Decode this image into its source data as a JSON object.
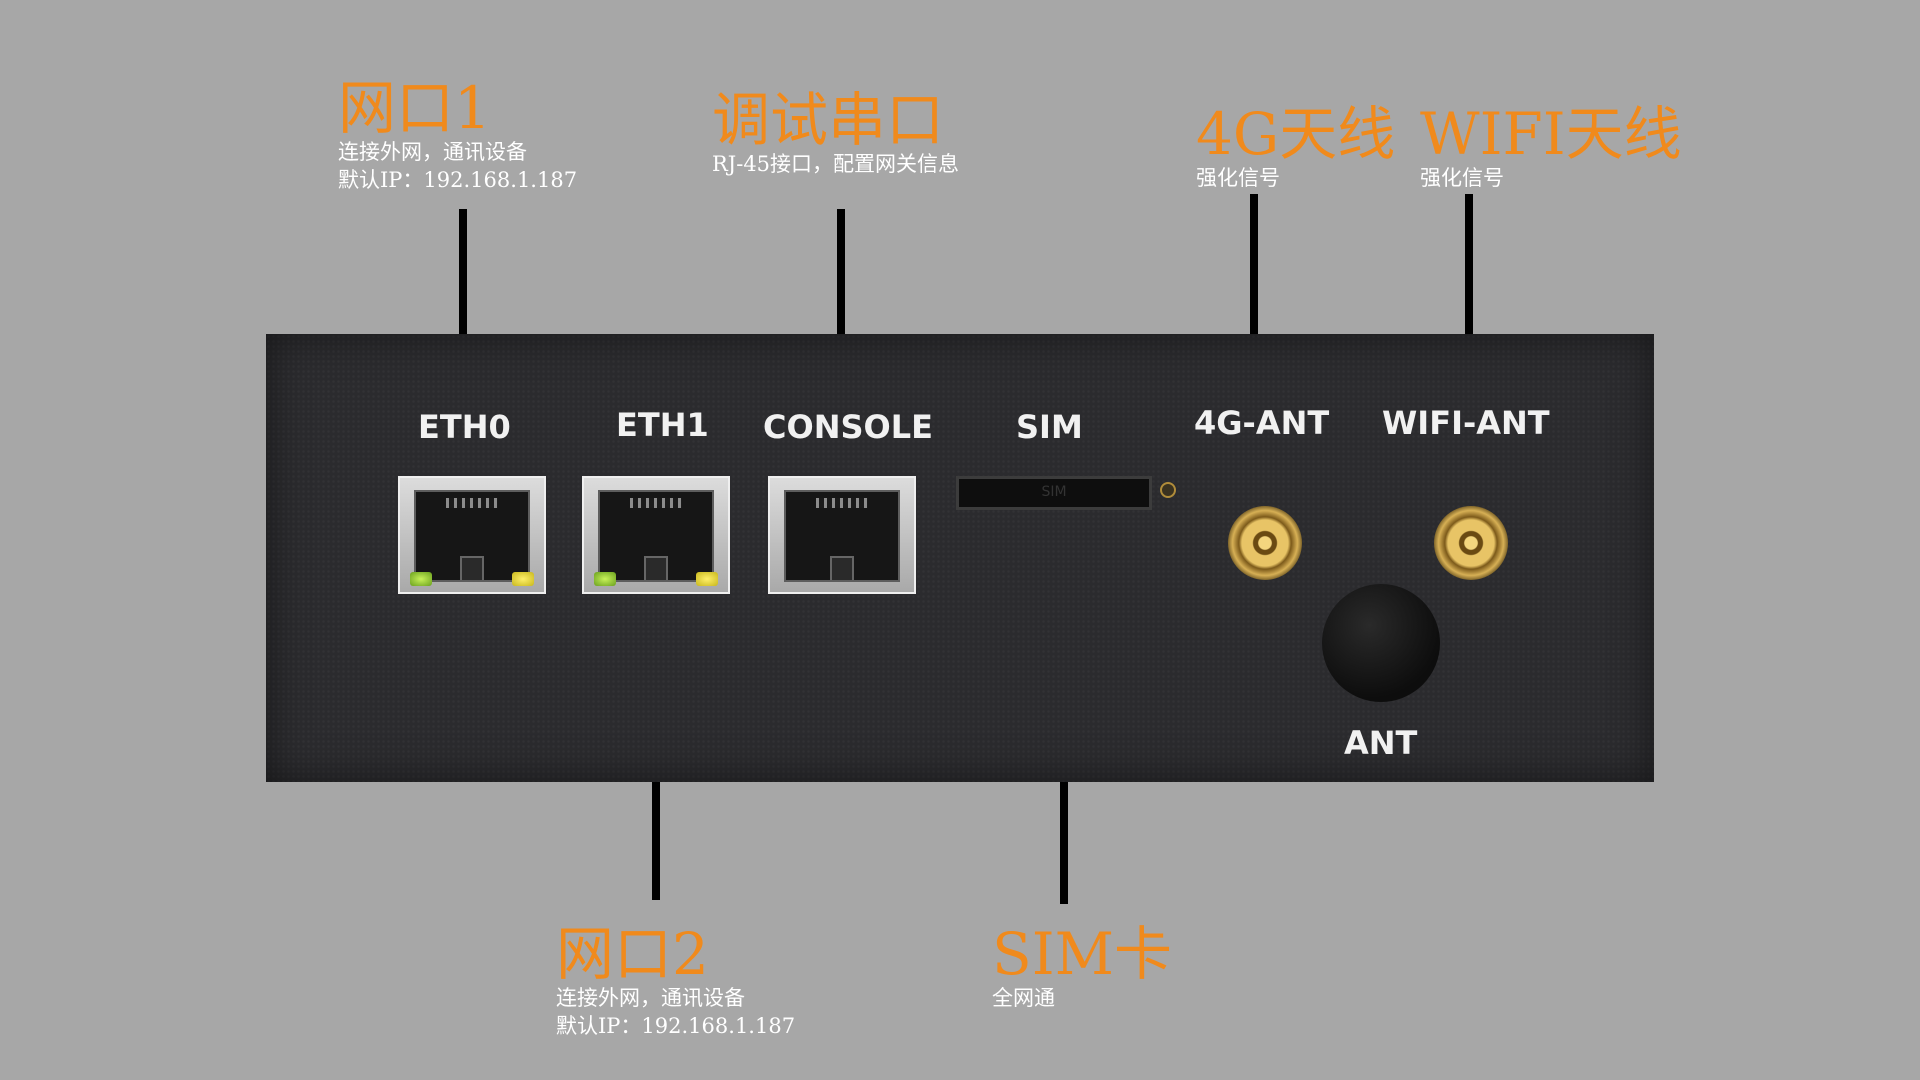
{
  "callouts": {
    "eth0": {
      "title": "网口1",
      "desc1": "连接外网，通讯设备",
      "desc2": "默认IP：192.168.1.187"
    },
    "console": {
      "title": "调试串口",
      "desc1": "RJ-45接口，配置网关信息"
    },
    "ant4g": {
      "title": "4G天线",
      "desc1": "强化信号"
    },
    "wifi": {
      "title": "WIFI天线",
      "desc1": "强化信号"
    },
    "eth1": {
      "title": "网口2",
      "desc1": "连接外网，通讯设备",
      "desc2": "默认IP：192.168.1.187"
    },
    "sim": {
      "title": "SIM卡",
      "desc1": "全网通"
    }
  },
  "device": {
    "labels": {
      "eth0": "ETH0",
      "eth1": "ETH1",
      "console": "CONSOLE",
      "sim": "SIM",
      "ant4g": "4G-ANT",
      "wifi": "WIFI-ANT",
      "ant": "ANT"
    },
    "sim_slot_text": "SIM"
  },
  "colors": {
    "background": "#a7a7a7",
    "callout_title": "#f08a1c",
    "callout_desc": "#ffffff",
    "device_body": "#2b2b2e"
  }
}
